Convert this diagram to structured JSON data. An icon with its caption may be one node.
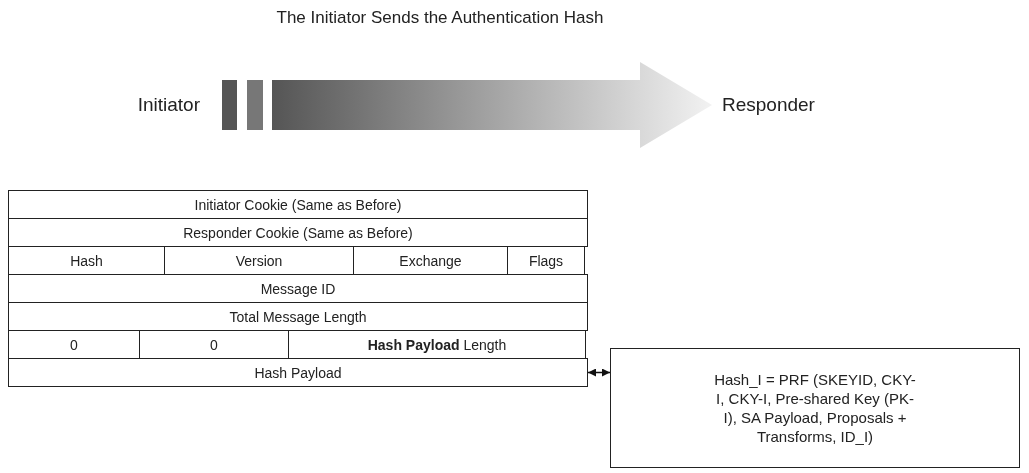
{
  "diagram": {
    "title": "The Initiator Sends the Authentication Hash",
    "nodes": [
      {
        "text": [
          "Initiator"
        ]
      },
      {
        "text": [
          "Responder"
        ]
      },
      {
        "text": [
          "Hash Payload"
        ]
      },
      {
        "text": [
          "Hash_I = PRF (SKEYID, CKY-I, CKY-I, Pre-shared Key (PK-I), SA Payload, Proposals + Transforms, ID_I)"
        ]
      }
    ],
    "edges": [
      {
        "from": 0,
        "to": 1,
        "arrow": "to"
      },
      {
        "from": 2,
        "to": 3,
        "arrow": "both"
      }
    ],
    "labels": [
      "Initiator Cookie (Same as Before)",
      "Responder Cookie (Same as Before)",
      "Hash",
      "Version",
      "Exchange",
      "Flags",
      "Message ID",
      "Total Message Length",
      "0",
      "0",
      "**Hash Payload** Length"
    ]
  }
}
